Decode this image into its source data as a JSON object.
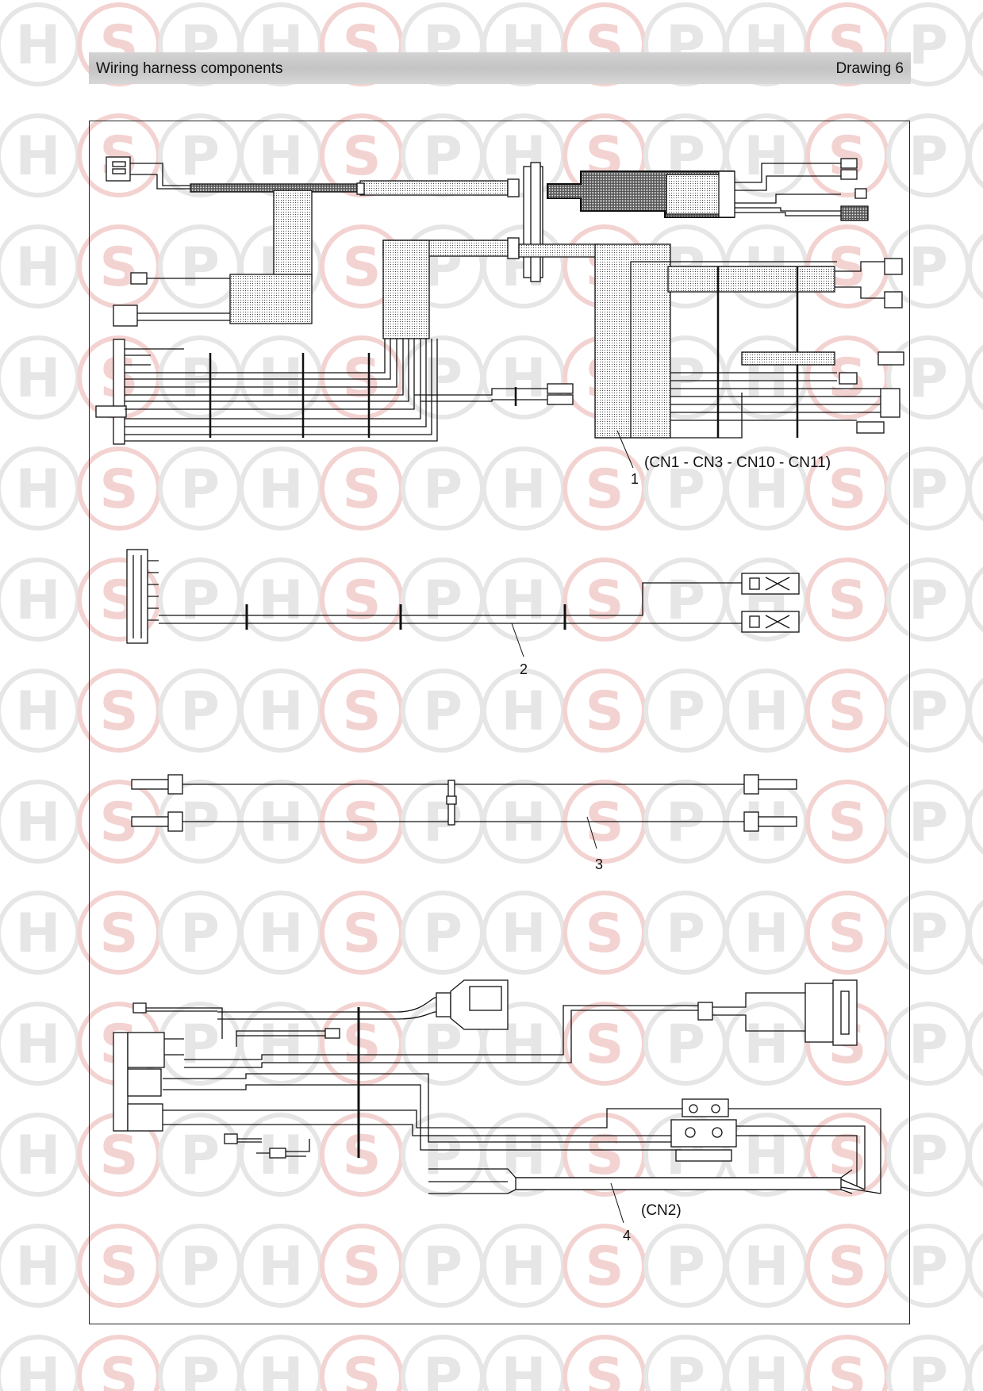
{
  "header": {
    "title": "Wiring harness components",
    "drawing": "Drawing 6"
  },
  "watermark": {
    "letters": [
      "H",
      "S",
      "P"
    ],
    "colors": {
      "h": "#e6e6e6",
      "s": "#f3d3d1",
      "p": "#e6e6e6"
    }
  },
  "items": [
    {
      "number": "1",
      "note": "(CN1 - CN3 - CN10 - CN11)"
    },
    {
      "number": "2",
      "note": ""
    },
    {
      "number": "3",
      "note": ""
    },
    {
      "number": "4",
      "note": "(CN2)"
    }
  ]
}
